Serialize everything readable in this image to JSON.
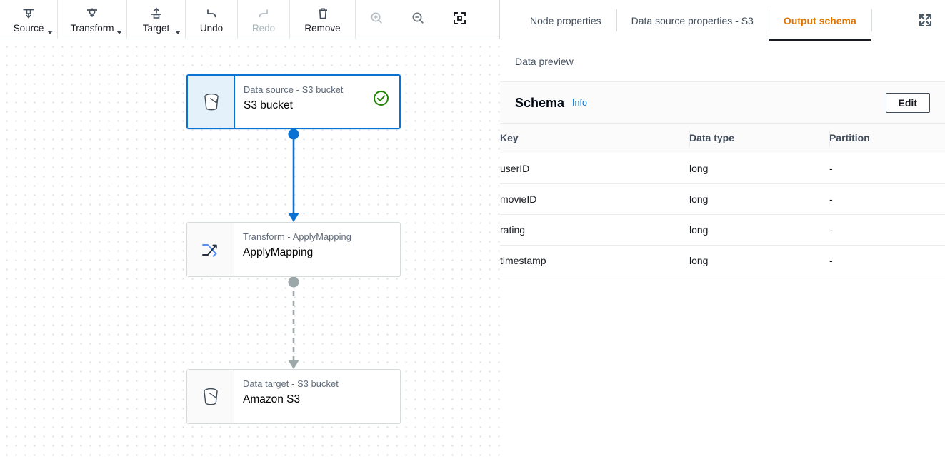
{
  "toolbar": {
    "buttons": [
      {
        "label": "Source",
        "icon": "source-icon",
        "disabled": false,
        "has_caret": true
      },
      {
        "label": "Transform",
        "icon": "transform-icon",
        "disabled": false,
        "has_caret": true
      },
      {
        "label": "Target",
        "icon": "target-icon",
        "disabled": false,
        "has_caret": true
      },
      {
        "label": "Undo",
        "icon": "undo-icon",
        "disabled": false,
        "has_caret": false
      },
      {
        "label": "Redo",
        "icon": "redo-icon",
        "disabled": true,
        "has_caret": false
      },
      {
        "label": "Remove",
        "icon": "trash-icon",
        "disabled": false,
        "has_caret": false
      }
    ],
    "zoom_controls": [
      {
        "name": "zoom-in-icon",
        "disabled": true
      },
      {
        "name": "zoom-out-icon",
        "disabled": false
      },
      {
        "name": "fit-to-screen-icon",
        "disabled": false
      }
    ]
  },
  "canvas": {
    "nodes": [
      {
        "id": "node-source",
        "subtitle": "Data source - S3 bucket",
        "title": "S3 bucket",
        "icon": "s3-bucket-icon",
        "selected": true,
        "status": "valid-check-icon"
      },
      {
        "id": "node-transform",
        "subtitle": "Transform - ApplyMapping",
        "title": "ApplyMapping",
        "icon": "apply-mapping-shuffle-icon",
        "selected": false,
        "status": null
      },
      {
        "id": "node-target",
        "subtitle": "Data target - S3 bucket",
        "title": "Amazon S3",
        "icon": "s3-bucket-icon",
        "selected": false,
        "status": null
      }
    ],
    "connectors": [
      {
        "from": "node-source",
        "to": "node-transform",
        "style": "solid",
        "color": "#0972d3"
      },
      {
        "from": "node-transform",
        "to": "node-target",
        "style": "dashed",
        "color": "#879596"
      }
    ]
  },
  "colors": {
    "accent_orange": "#e07400",
    "link_blue": "#0972d3",
    "selected_border": "#0972d3",
    "selected_fill": "#e4f1fb",
    "status_green": "#1d8102",
    "connector_solid": "#0972d3",
    "connector_dashed": "#879596"
  },
  "right_panel": {
    "tabs": [
      {
        "label": "Node properties",
        "active": false
      },
      {
        "label": "Data source properties - S3",
        "active": false
      },
      {
        "label": "Output schema",
        "active": true
      }
    ],
    "subtabs": [
      {
        "label": "Data preview",
        "active": false
      }
    ],
    "expand_icon": "expand-arrows-icon",
    "schema": {
      "title": "Schema",
      "info_link": "Info",
      "edit_label": "Edit",
      "columns": [
        "Key",
        "Data type",
        "Partition"
      ],
      "rows": [
        {
          "key": "userID",
          "type": "long",
          "partition": "-"
        },
        {
          "key": "movieID",
          "type": "long",
          "partition": "-"
        },
        {
          "key": "rating",
          "type": "long",
          "partition": "-"
        },
        {
          "key": "timestamp",
          "type": "long",
          "partition": "-"
        }
      ]
    }
  }
}
